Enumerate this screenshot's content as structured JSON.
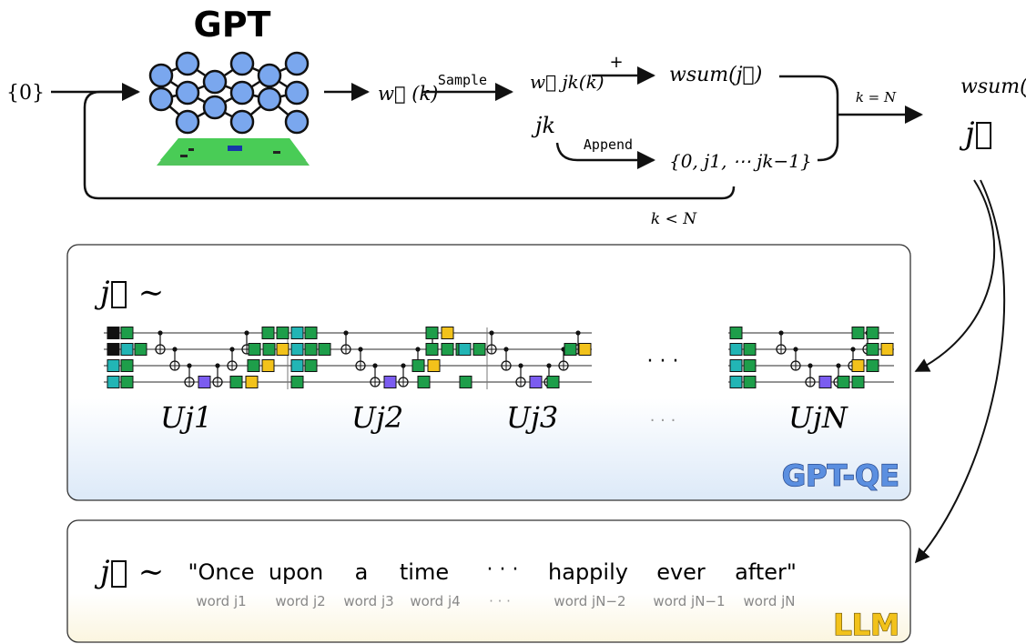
{
  "top": {
    "gpt_title": "GPT",
    "input_set": "{0}",
    "w_k": "w⃗ (k)",
    "sample_label": "Sample",
    "w_jk": "w⃗ jk(k)",
    "plus_label": "+",
    "w_sum": "wsum(j⃗)",
    "j_k": "jk",
    "append_label": "Append",
    "sequence_set": "{0, j1, ⋯ jk−1}",
    "k_eq_N": "k = N",
    "k_lt_N": "k < N",
    "out_w_sum": "wsum(j⃗)",
    "out_j": "j⃗"
  },
  "gptqe_panel": {
    "j_tilde": "j⃗ ∼",
    "ellipsis_top": "· · ·",
    "ellipsis_bottom": "· · ·",
    "unitaries": [
      "Uj1",
      "Uj2",
      "Uj3",
      "UjN"
    ],
    "badge": "GPT-QE"
  },
  "llm_panel": {
    "j_tilde": "j⃗ ∼",
    "sentence": [
      "\"Once",
      "upon",
      "a",
      "time",
      "· · ·",
      "happily",
      "ever",
      "after\""
    ],
    "words": [
      "word j1",
      "word j2",
      "word j3",
      "word j4",
      "· · ·",
      "word jN−2",
      "word jN−1",
      "word jN"
    ],
    "badge": "LLM"
  },
  "colors": {
    "node_blue": "#7aa7ee",
    "gate_green": "#1e9e4a",
    "gate_cyan": "#22b5b5",
    "gate_yellow": "#f2c21b",
    "gate_purple": "#7b5cf0",
    "gptqe_badge": "#5b8fe0",
    "llm_badge": "#f2c21b"
  }
}
